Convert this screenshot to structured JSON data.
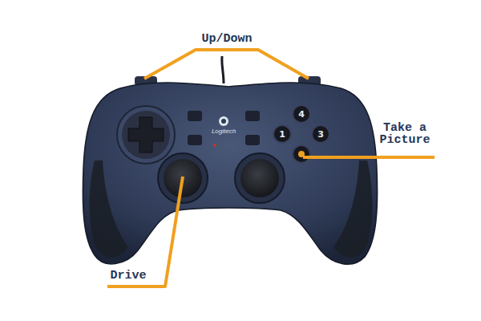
{
  "diagram": {
    "labels": [
      "Up/Down",
      "Take a Picture",
      "Drive",
      "4",
      "1",
      "3",
      "Logitech"
    ]
  }
}
